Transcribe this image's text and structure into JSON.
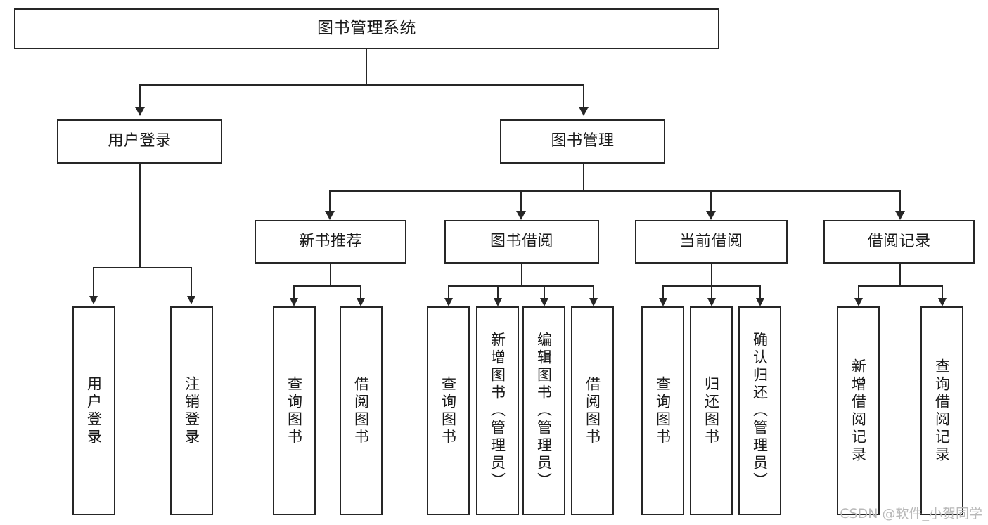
{
  "diagram": {
    "type": "tree",
    "title": "图书管理系统",
    "root": {
      "label": "图书管理系统"
    },
    "level2": [
      {
        "label": "用户登录"
      },
      {
        "label": "图书管理"
      }
    ],
    "level3": [
      {
        "label": "新书推荐"
      },
      {
        "label": "图书借阅"
      },
      {
        "label": "当前借阅"
      },
      {
        "label": "借阅记录"
      }
    ],
    "leaves": {
      "user_login": [
        {
          "label": "用户登录"
        },
        {
          "label": "注销登录"
        }
      ],
      "new_book_recommend": [
        {
          "label": "查询图书"
        },
        {
          "label": "借阅图书"
        }
      ],
      "book_borrow": [
        {
          "label": "查询图书"
        },
        {
          "label": "新增图书（管理员）"
        },
        {
          "label": "编辑图书（管理员）"
        },
        {
          "label": "借阅图书"
        }
      ],
      "current_borrow": [
        {
          "label": "查询图书"
        },
        {
          "label": "归还图书"
        },
        {
          "label": "确认归还（管理员）"
        }
      ],
      "borrow_record": [
        {
          "label": "新增借阅记录"
        },
        {
          "label": "查询借阅记录"
        }
      ]
    }
  },
  "watermark": {
    "text": "CSDN @软件_小贺同学"
  },
  "colors": {
    "stroke": "#262626",
    "fill": "#ffffff",
    "text": "#1a1a1a",
    "watermark": "#b9b9b9"
  }
}
